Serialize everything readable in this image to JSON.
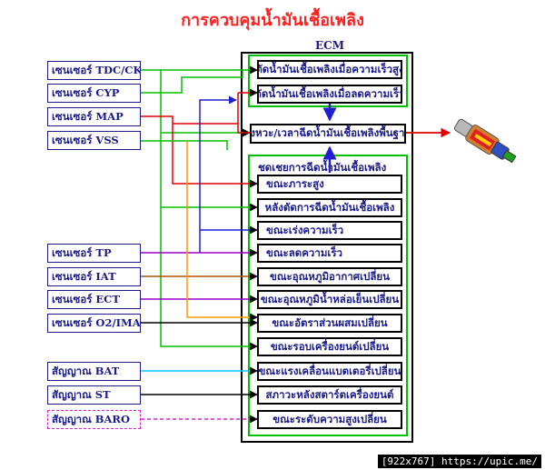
{
  "title": "การควบคุมน้ำมันเชื้อเพลิง",
  "ecm_label": "ECM",
  "sensors": [
    "เซนเซอร์ TDC/CKP",
    "เซนเซอร์ CYP",
    "เซนเซอร์ MAP",
    "เซนเซอร์ VSS",
    "เซนเซอร์ TP",
    "เซนเซอร์ IAT",
    "เซนเซอร์ ECT",
    "เซนเซอร์ O2/IMA",
    "สัญญาณ BAT",
    "สัญญาณ ST",
    "สัญญาณ BARO"
  ],
  "top_functions": [
    "ตัดน้ำมันเชื้อเพลิงเมื่อความเร็วสูง",
    "ตัดน้ำมันเชื้อเพลิงเมื่อลดความเร็ว",
    "จังหวะ/เวลาฉีดน้ำมันเชื้อเพลิงพื้นฐาน"
  ],
  "group_title": "ชดเชยการฉีดน้ำมันเชื้อเพลิง",
  "compensations": [
    "ขณะภาระสูง",
    "หลังตัดการฉีดน้ำมันเชื้อเพลิง",
    "ขณะเร่งความเร็ว",
    "ขณะลดความเร็ว",
    "ขณะอุณหภูมิอากาศเปลี่ยน",
    "ขณะอุณหภูมิน้ำหล่อเย็นเปลี่ยน",
    "ขณะอัตราส่วนผสมเปลี่ยน",
    "ขณะรอบเครื่องยนต์เปลี่ยน",
    "ขณะแรงเคลื่อนแบตเตอรี่เปลี่ยน",
    "สภาวะหลังสตาร์ตเครื่องยนต์",
    "ขณะระดับความสูงเปลี่ยน"
  ],
  "watermark": "[922x767] https://upic.me/",
  "colors": {
    "title": "#ff2020",
    "box_text": "#1a1a8a",
    "green": "#00c000",
    "red": "#e00000",
    "blue": "#2020d0",
    "orange": "#ff9900",
    "purple": "#9900cc",
    "brown": "#b05000",
    "magenta": "#e020d0",
    "cyan": "#00ccff",
    "black": "#000000"
  },
  "icons": {
    "injector": "fuel-injector-illustration"
  }
}
